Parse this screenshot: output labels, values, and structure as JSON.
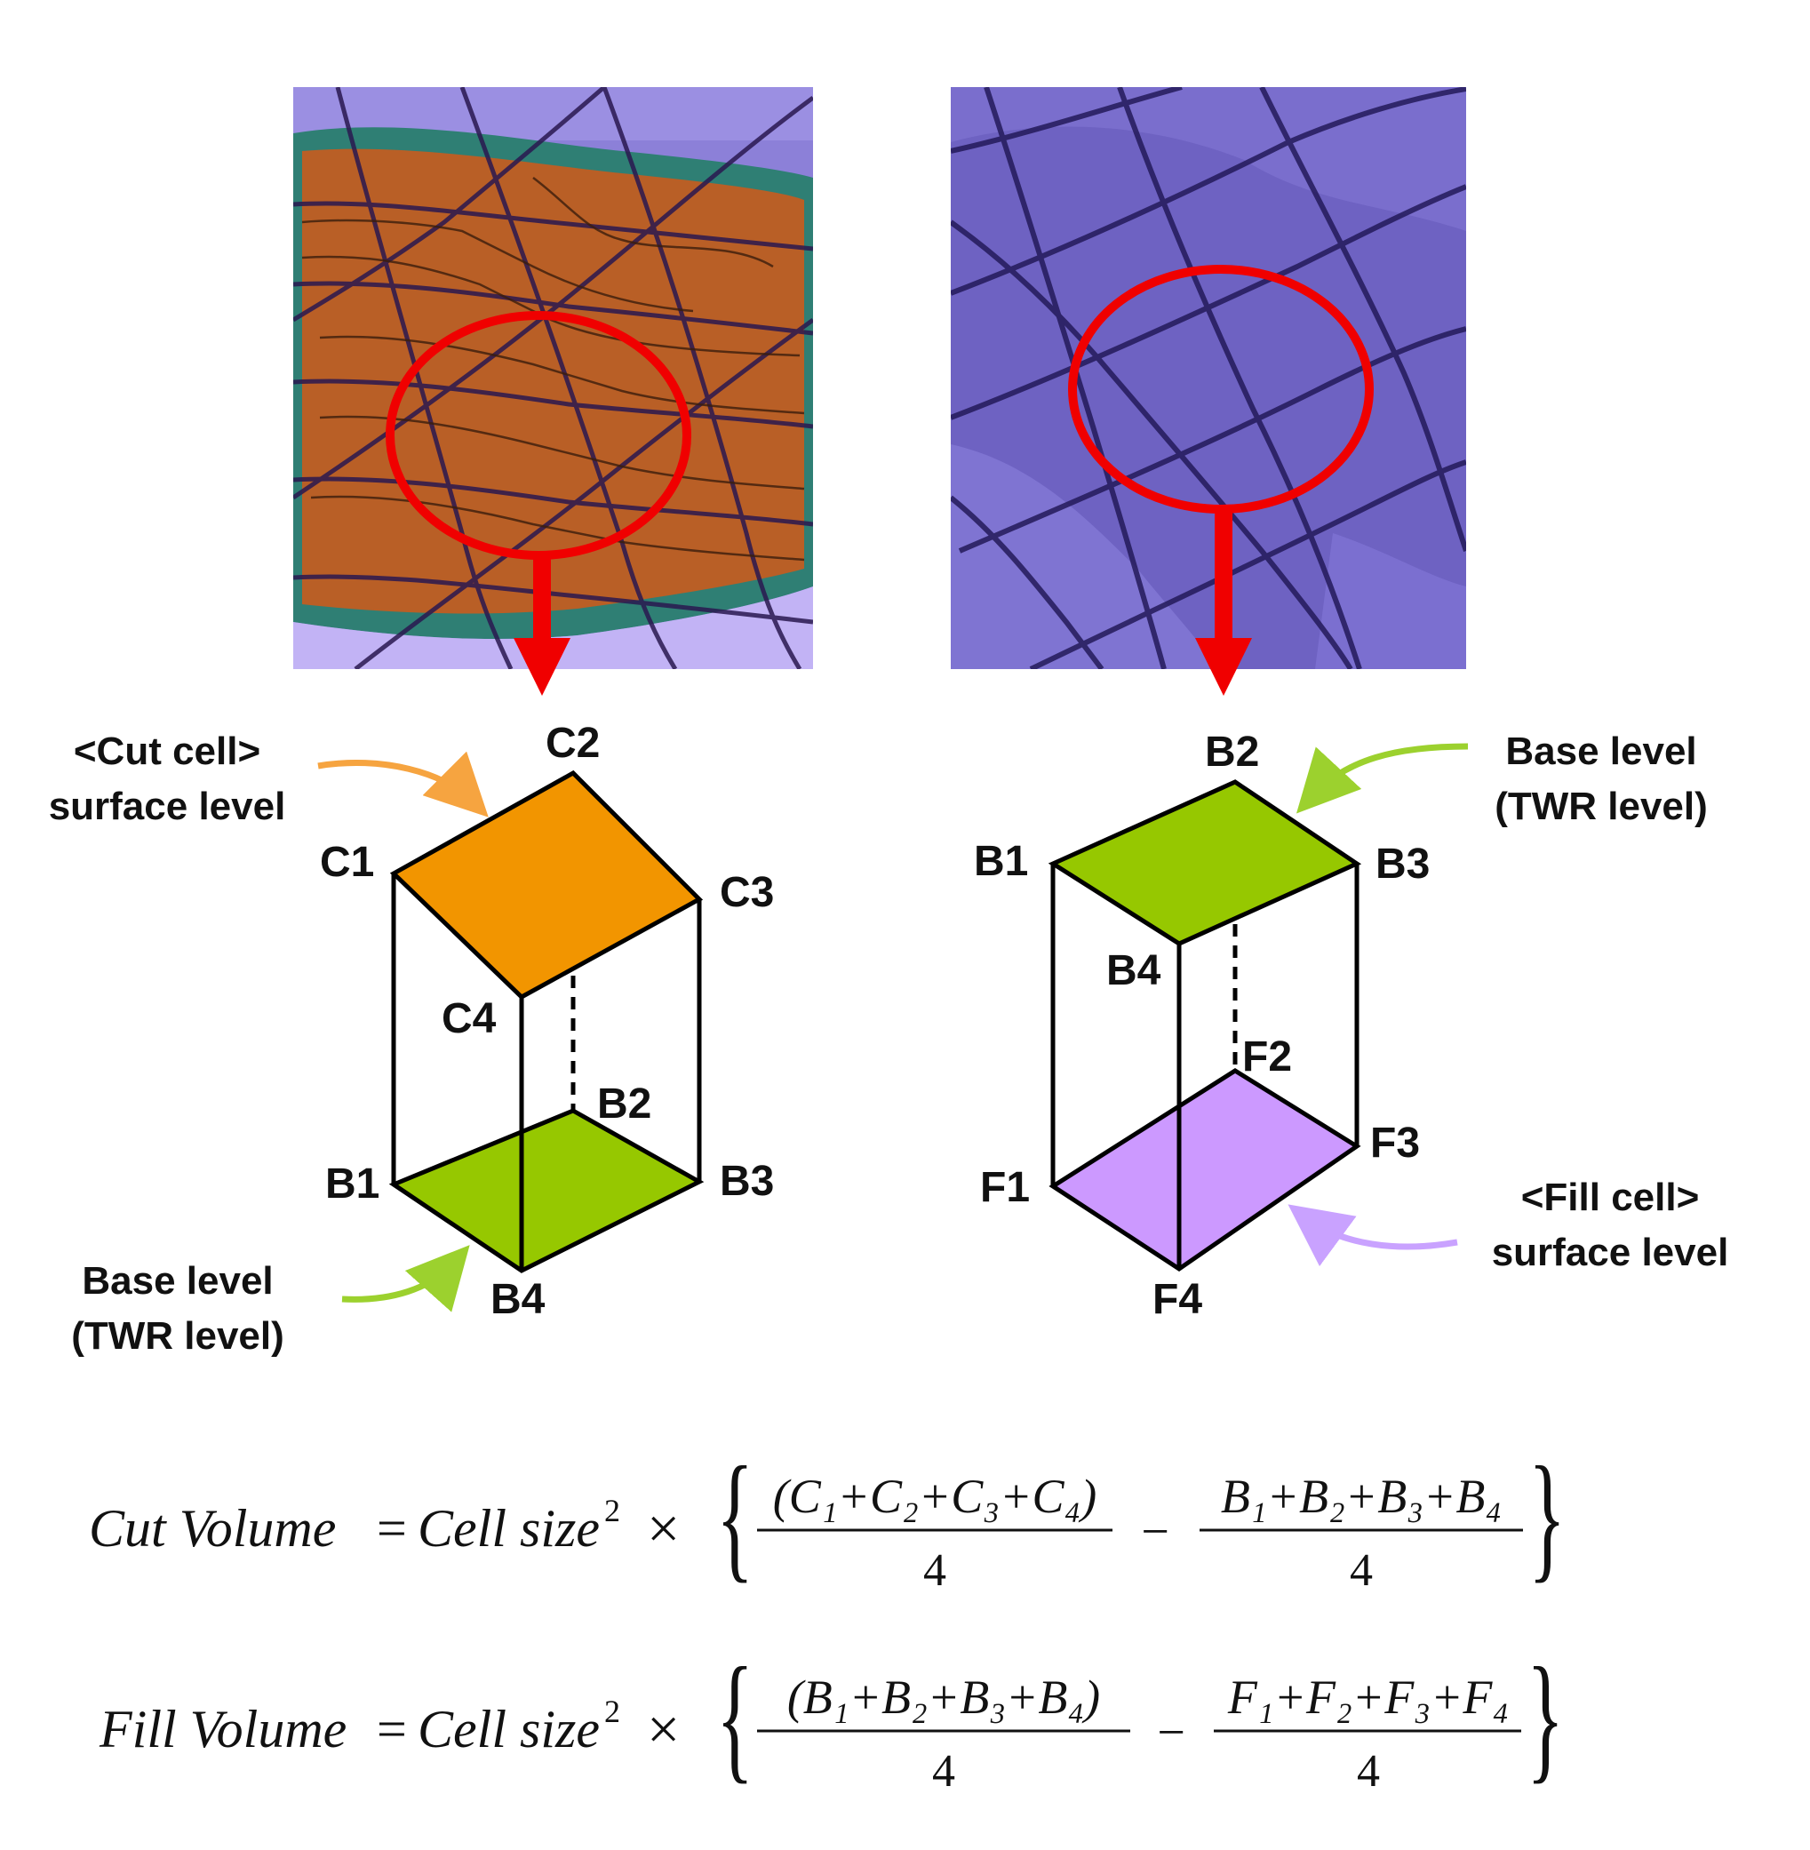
{
  "colors": {
    "cut_top": "#f29500",
    "base": "#96c800",
    "fill_bottom": "#cc99ff",
    "arrow_red": "#f00000",
    "arrow_orange": "#f6a440",
    "arrow_green": "#9cd12e",
    "arrow_purple": "#c9a2ff",
    "map_orange": "#b95f26",
    "map_purple": "#6e62c2"
  },
  "left_box": {
    "top_label_line1": "<Cut cell>",
    "top_label_line2": "surface level",
    "bottom_label_line1": "Base level",
    "bottom_label_line2": "(TWR level)",
    "vertices": {
      "c1": "C1",
      "c2": "C2",
      "c3": "C3",
      "c4": "C4",
      "b1": "B1",
      "b2": "B2",
      "b3": "B3",
      "b4": "B4"
    }
  },
  "right_box": {
    "top_label_line1": "Base level",
    "top_label_line2": "(TWR level)",
    "bottom_label_line1": "<Fill cell>",
    "bottom_label_line2": "surface level",
    "vertices": {
      "b1": "B1",
      "b2": "B2",
      "b3": "B3",
      "b4": "B4",
      "f1": "F1",
      "f2": "F2",
      "f3": "F3",
      "f4": "F4"
    }
  },
  "equations": {
    "cut": {
      "lhs": "Cut Volume",
      "eq": "=",
      "cell": "Cell size",
      "exp": "2",
      "times": "×",
      "num1": "(C₁+C₂+C₃+C₄)",
      "num2": "B₁+B₂+B₃+B₄",
      "den": "4",
      "minus": "−"
    },
    "fill": {
      "lhs": "Fill Volume",
      "eq": "=",
      "cell": "Cell size",
      "exp": "2",
      "times": "×",
      "num1": "(B₁+B₂+B₃+B₄)",
      "num2": "F₁+F₂+F₃+F₄",
      "den": "4",
      "minus": "−"
    }
  }
}
